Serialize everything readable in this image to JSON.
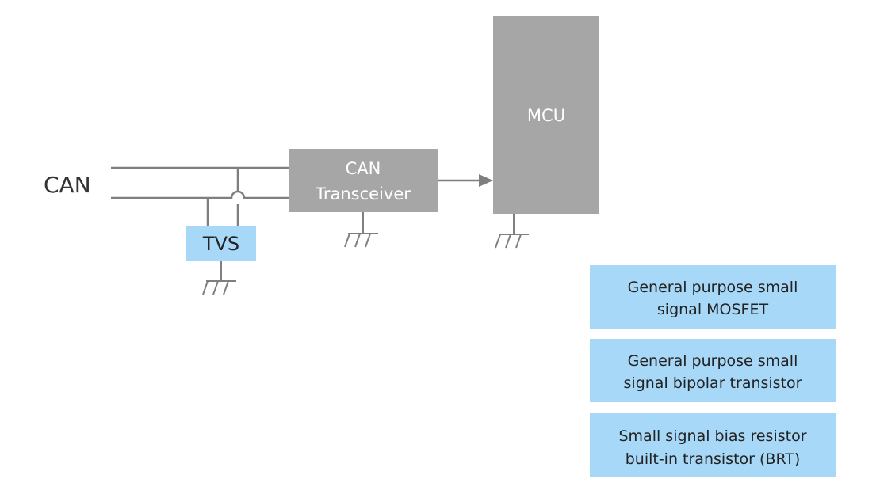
{
  "can_label": "CAN",
  "transceiver": {
    "line1": "CAN",
    "line2": "Transceiver"
  },
  "mcu": {
    "label": "MCU"
  },
  "tvs": {
    "label": "TVS"
  },
  "legend": [
    {
      "line1": "General purpose small",
      "line2": "signal MOSFET"
    },
    {
      "line1": "General purpose small",
      "line2": "signal bipolar transistor"
    },
    {
      "line1": "Small signal bias resistor",
      "line2": "built-in transistor (BRT)"
    }
  ],
  "colors": {
    "gray_block": "#a6a6a6",
    "blue_block": "#a7d8f7",
    "wire": "#7f7f7f"
  }
}
